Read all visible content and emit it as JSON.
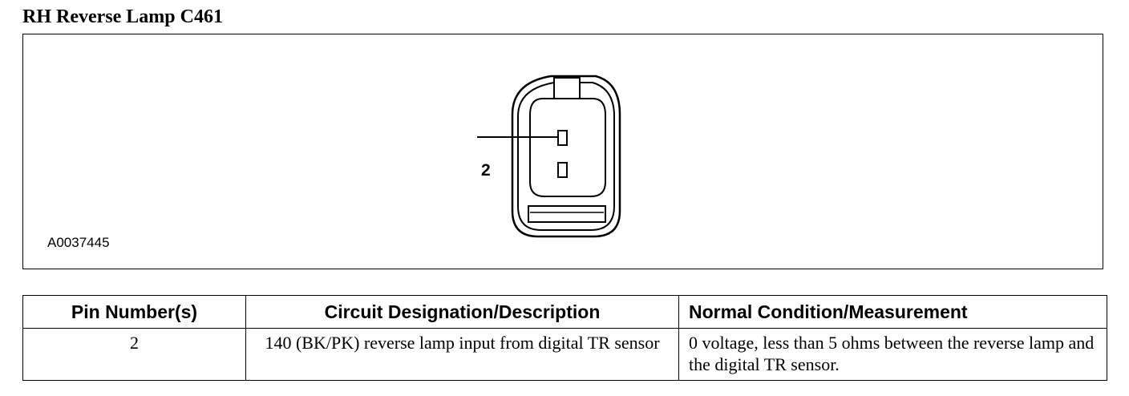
{
  "title": "RH Reverse Lamp C461",
  "diagram": {
    "pin_callout": "2",
    "figure_id": "A0037445"
  },
  "table": {
    "headers": [
      "Pin Number(s)",
      "Circuit Designation/Description",
      "Normal Condition/Measurement"
    ],
    "rows": [
      {
        "pin": "2",
        "circuit": "140 (BK/PK) reverse lamp input from digital TR sensor",
        "condition": "0 voltage, less than 5 ohms between the reverse lamp and the digital TR sensor."
      }
    ]
  }
}
